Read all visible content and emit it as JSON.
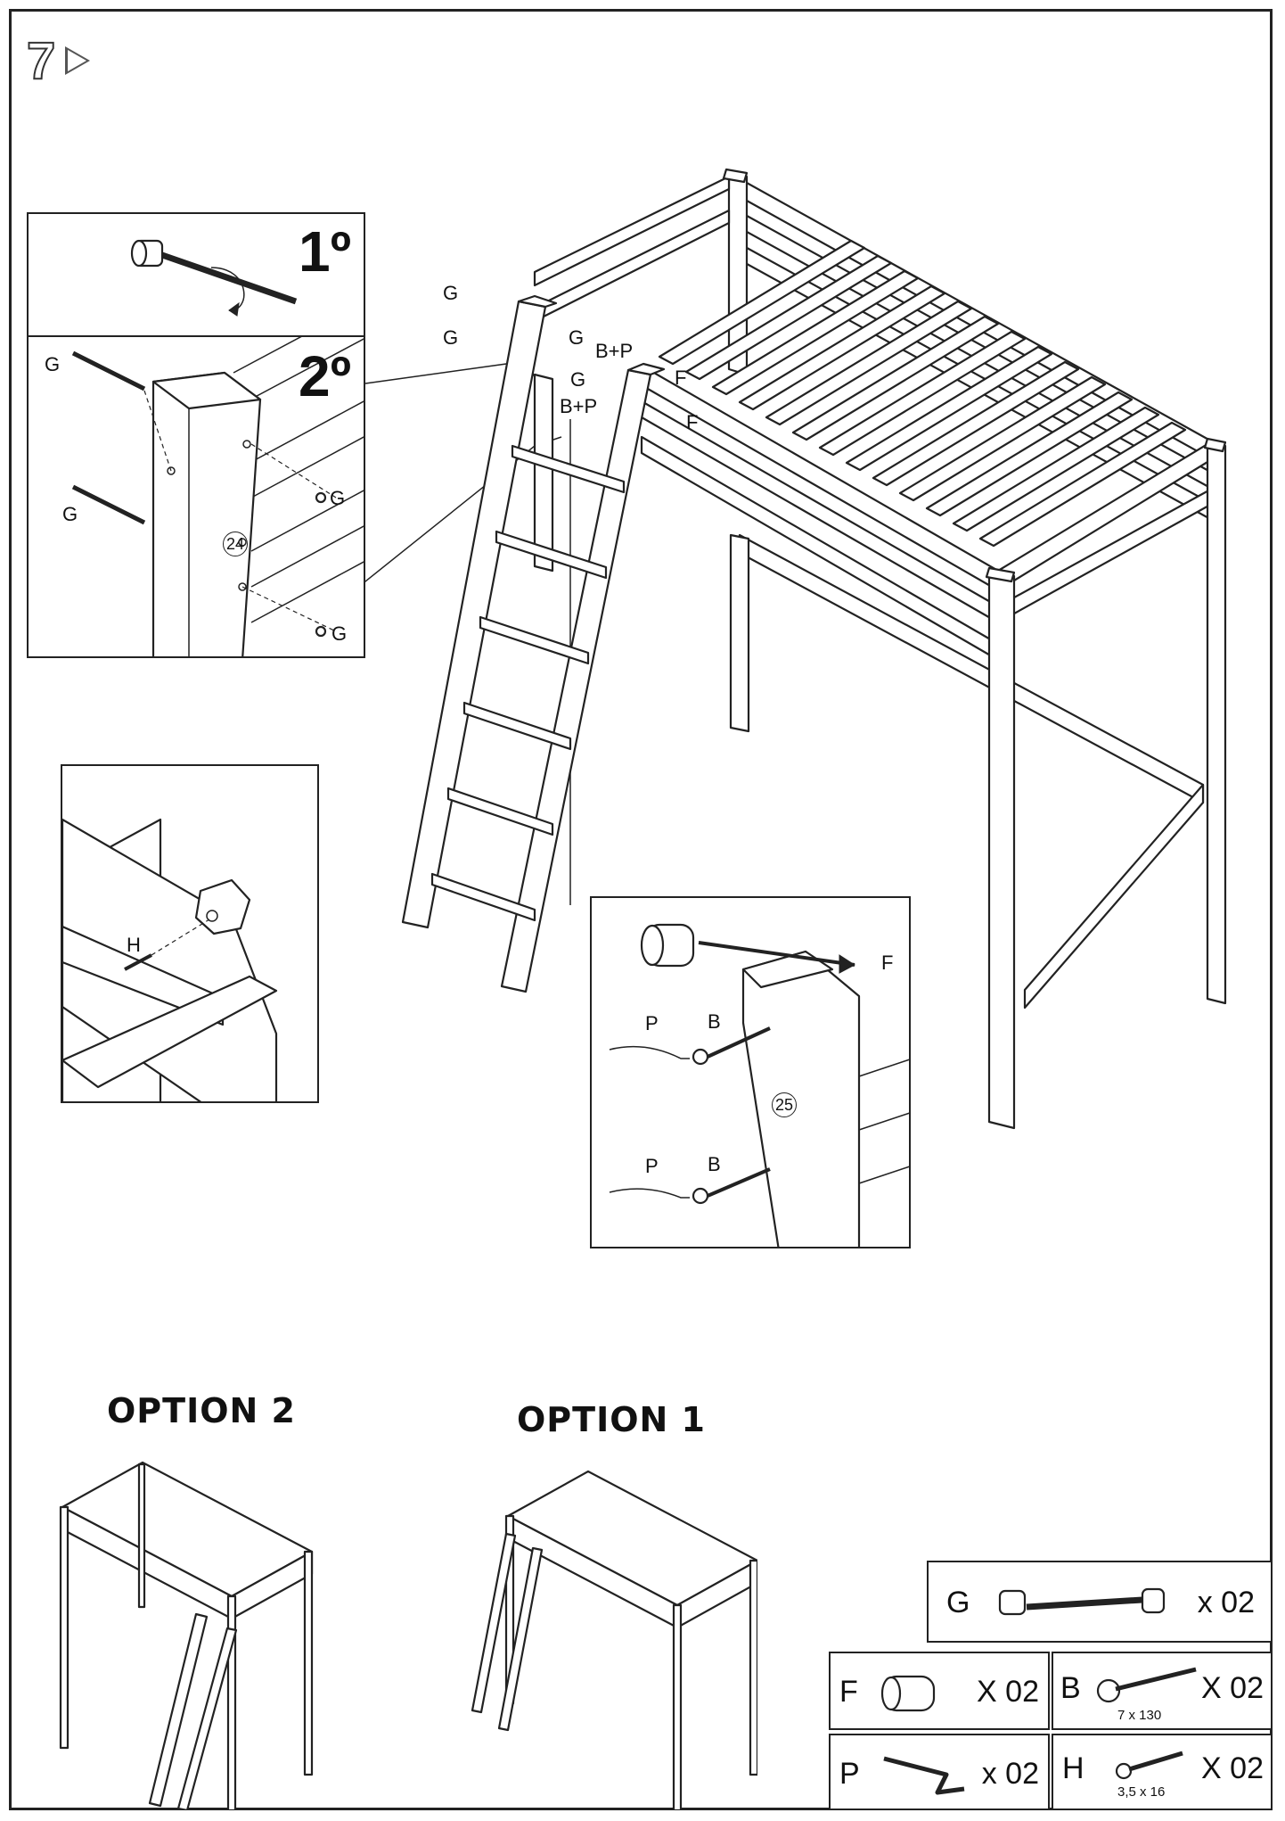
{
  "page": {
    "step_number": "7",
    "step_marker_icon": "play-arrow-icon"
  },
  "detail_top": {
    "step_1_label": "1º",
    "step_2_label": "2º",
    "part_label": "24",
    "screw_labels": [
      "G",
      "G",
      "G",
      "G"
    ]
  },
  "main_callouts": {
    "g_labels": [
      "G",
      "G",
      "G",
      "G"
    ],
    "bp_labels": [
      "B+P",
      "B+P"
    ],
    "f_labels": [
      "F",
      "F"
    ]
  },
  "detail_left": {
    "screw_label": "H"
  },
  "detail_right": {
    "f_label": "F",
    "p_labels": [
      "P",
      "P"
    ],
    "b_labels": [
      "B",
      "B"
    ],
    "part_label": "25"
  },
  "options": {
    "option_2": "OPTION 2",
    "option_1": "OPTION 1"
  },
  "parts": [
    {
      "id": "G",
      "qty": "x 02",
      "dim": ""
    },
    {
      "id": "F",
      "qty": "X 02",
      "dim": ""
    },
    {
      "id": "B",
      "qty": "X 02",
      "dim": "7 x 130"
    },
    {
      "id": "P",
      "qty": "x 02",
      "dim": ""
    },
    {
      "id": "H",
      "qty": "X 02",
      "dim": "3,5 x 16"
    }
  ]
}
